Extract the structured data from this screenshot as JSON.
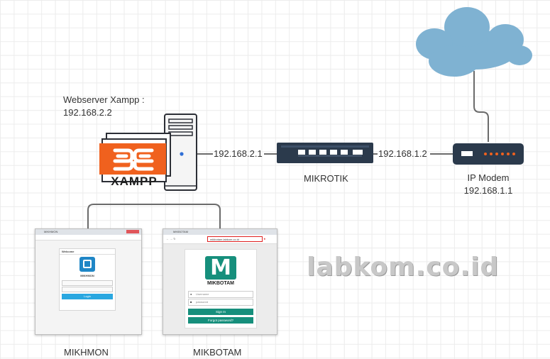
{
  "labels": {
    "webserver_title": "Webserver Xampp :",
    "webserver_ip": "192.168.2.2",
    "link_left_ip": "192.168.2.1",
    "link_right_ip": "192.168.1.2",
    "router_name": "MIKROTIK",
    "modem_name": "IP Modem",
    "modem_ip": "192.168.1.1",
    "mikhmon": "MIKHMON",
    "mikbotam": "MIKBOTAM",
    "watermark": "labkom.co.id"
  },
  "xampp": {
    "logo_text": "XAMPP",
    "accent": "#f0611e"
  },
  "mikhmon_shot": {
    "tab_text": "MIKHMON",
    "panel_heading": "Welcome",
    "logo_text": "MIKHMON",
    "button_label": "Login"
  },
  "mikbotam_shot": {
    "tab_text": "MIKBOTAM",
    "address_text": "mikbotam.labkom.co.id",
    "logo_letter": "M",
    "logo_text": "MIKBOTAM",
    "username_placeholder": "Username",
    "password_placeholder": "password",
    "signin_label": "Sign In",
    "forgot_label": "Forgot password?"
  },
  "colors": {
    "cloud": "#7fb2d2",
    "device": "#2b3a4c",
    "teal": "#168f7c",
    "wire": "#6b6b6b"
  }
}
